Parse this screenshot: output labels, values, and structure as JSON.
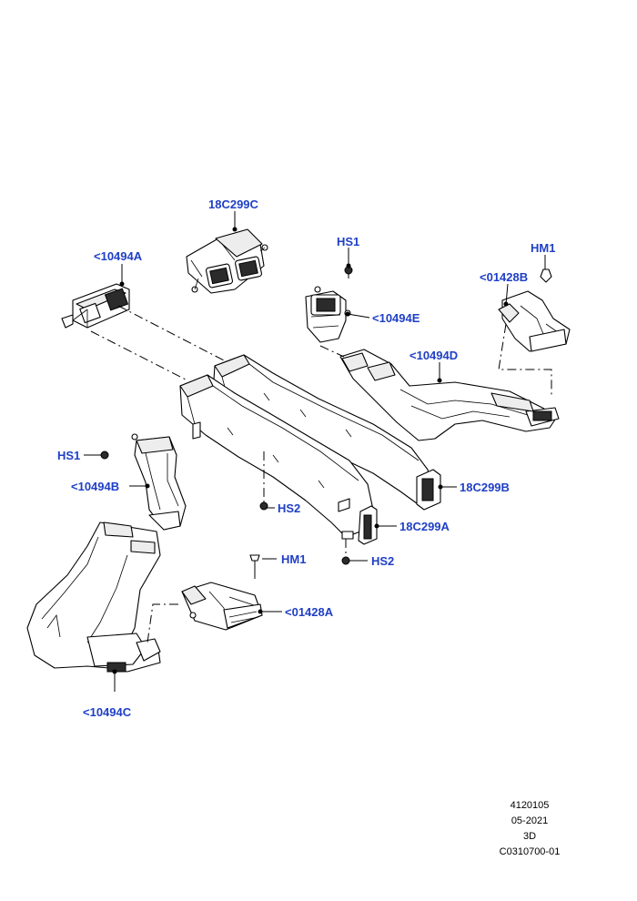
{
  "callouts": {
    "part_18c299c": "18C299C",
    "part_10494a": "<10494A",
    "part_hs1_top": "HS1",
    "part_hm1_top": "HM1",
    "part_01428b": "<01428B",
    "part_10494e": "<10494E",
    "part_10494d": "<10494D",
    "part_hs1_left": "HS1",
    "part_10494b": "<10494B",
    "part_hs2_mid": "HS2",
    "part_18c299b": "18C299B",
    "part_18c299a": "18C299A",
    "part_hs2_low": "HS2",
    "part_hm1_low": "HM1",
    "part_01428a": "<01428A",
    "part_10494c": "<10494C"
  },
  "footer": {
    "line1": "4120105",
    "line2": "05-2021",
    "line3": "3D",
    "line4": "C0310700-01"
  },
  "colors": {
    "callout_text": "#1f3fc6",
    "line": "#000000",
    "background": "#ffffff"
  }
}
